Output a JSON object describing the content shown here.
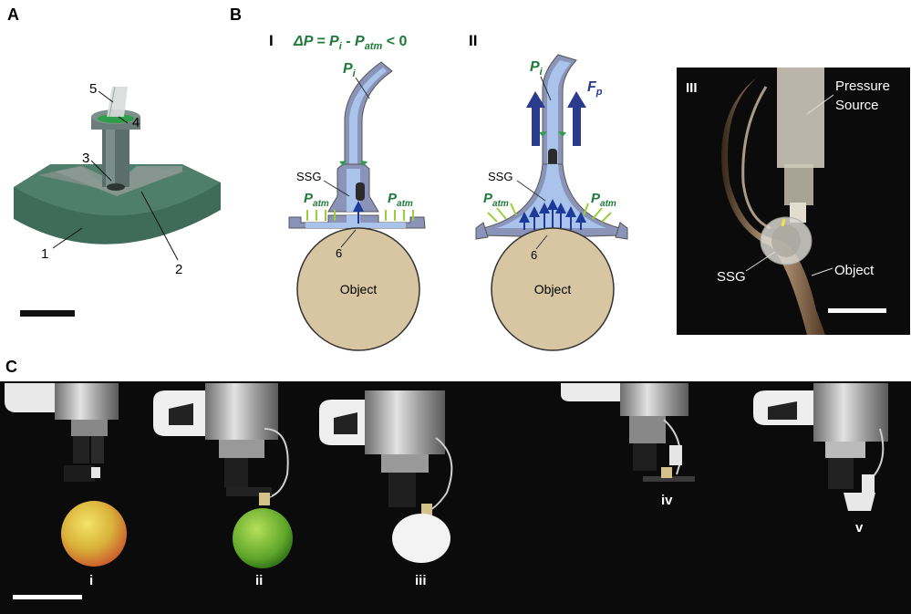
{
  "panels": {
    "a": {
      "label": "A",
      "callouts": [
        "1",
        "2",
        "3",
        "4",
        "5"
      ]
    },
    "b": {
      "label": "B",
      "sub_i": {
        "label": "I",
        "equation": "ΔP = P",
        "eq_i": "i",
        "eq_minus": " - P",
        "eq_atm": "atm",
        "eq_tail": " < 0",
        "pi": "P",
        "pi_sub": "i",
        "ssg": "SSG",
        "patm_left": "P",
        "patm_left_sub": "atm",
        "patm_right": "P",
        "patm_right_sub": "atm",
        "callout": "6",
        "object": "Object"
      },
      "sub_ii": {
        "label": "II",
        "pi": "P",
        "pi_sub": "i",
        "fp": "F",
        "fp_sub": "p",
        "ssg": "SSG",
        "patm_left": "P",
        "patm_left_sub": "atm",
        "patm_right": "P",
        "patm_right_sub": "atm",
        "callout": "6",
        "object": "Object"
      },
      "sub_iii": {
        "label": "III",
        "pressure": "Pressure",
        "source": "Source",
        "ssg": "SSG",
        "object": "Object"
      }
    },
    "c": {
      "label": "C",
      "items": [
        "i",
        "ii",
        "iii",
        "iv",
        "v"
      ]
    }
  },
  "colors": {
    "green_label": "#1f7a3a",
    "blue_label": "#2a3a8c",
    "fluid": "#a9c3ea",
    "gripper": "#8a93b8",
    "object": "#d8c6a2",
    "dark_panel": "#0b0b0b"
  }
}
